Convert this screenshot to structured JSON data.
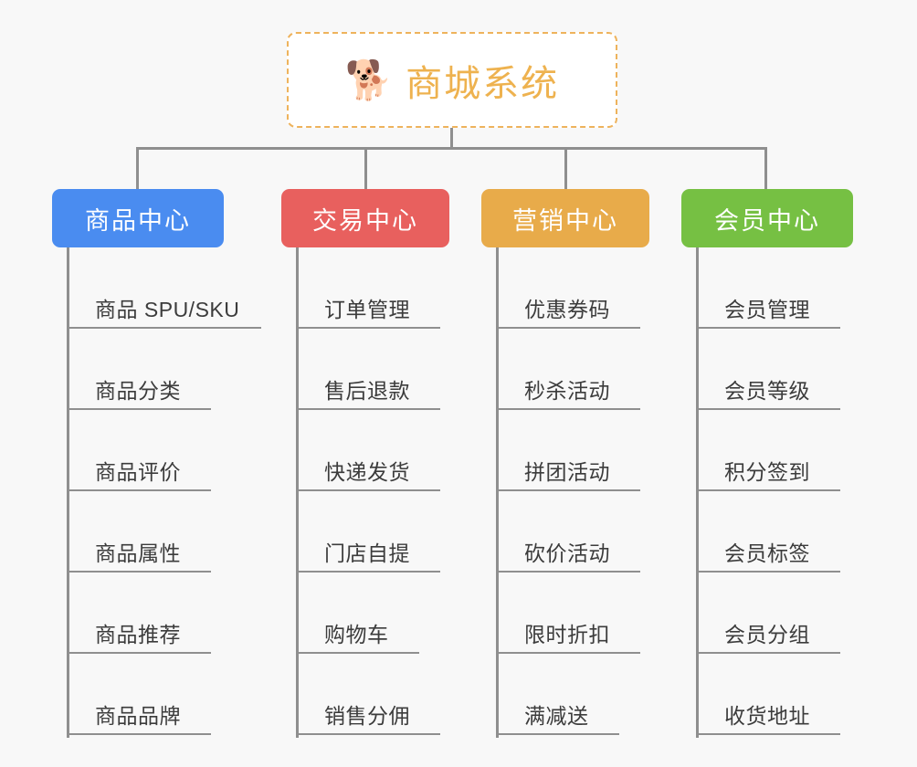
{
  "page": {
    "background_color": "#f8f8f8",
    "connector_color": "#8f8f8f"
  },
  "root": {
    "icon": "shiba-dog-face-emoji",
    "emoji": "🐕",
    "title": "商城系统",
    "text_color": "#eeb24f",
    "border_color": "#eeb35c",
    "background_color": "#ffffff"
  },
  "branches": [
    {
      "id": "product-center",
      "label": "商品中心",
      "color": "#4a8cf0",
      "width": 188,
      "items": [
        {
          "label": "商品 SPU/SKU",
          "underline_width": 212
        },
        {
          "label": "商品分类",
          "underline_width": 157
        },
        {
          "label": "商品评价",
          "underline_width": 157
        },
        {
          "label": "商品属性",
          "underline_width": 157
        },
        {
          "label": "商品推荐",
          "underline_width": 157
        },
        {
          "label": "商品品牌",
          "underline_width": 157
        }
      ]
    },
    {
      "id": "trade-center",
      "label": "交易中心",
      "color": "#e8605e",
      "width": 184,
      "items": [
        {
          "label": "订单管理",
          "underline_width": 157
        },
        {
          "label": "售后退款",
          "underline_width": 157
        },
        {
          "label": "快递发货",
          "underline_width": 157
        },
        {
          "label": "门店自提",
          "underline_width": 157
        },
        {
          "label": "购物车",
          "underline_width": 134
        },
        {
          "label": "销售分佣",
          "underline_width": 157
        }
      ]
    },
    {
      "id": "marketing-center",
      "label": "营销中心",
      "color": "#e8ab4a",
      "width": 184,
      "items": [
        {
          "label": "优惠券码",
          "underline_width": 157
        },
        {
          "label": "秒杀活动",
          "underline_width": 157
        },
        {
          "label": "拼团活动",
          "underline_width": 157
        },
        {
          "label": "砍价活动",
          "underline_width": 157
        },
        {
          "label": "限时折扣",
          "underline_width": 157
        },
        {
          "label": "满减送",
          "underline_width": 134
        }
      ]
    },
    {
      "id": "member-center",
      "label": "会员中心",
      "color": "#76c043",
      "width": 188,
      "items": [
        {
          "label": "会员管理",
          "underline_width": 157
        },
        {
          "label": "会员等级",
          "underline_width": 157
        },
        {
          "label": "积分签到",
          "underline_width": 157
        },
        {
          "label": "会员标签",
          "underline_width": 157
        },
        {
          "label": "会员分组",
          "underline_width": 157
        },
        {
          "label": "收货地址",
          "underline_width": 157
        }
      ]
    }
  ]
}
